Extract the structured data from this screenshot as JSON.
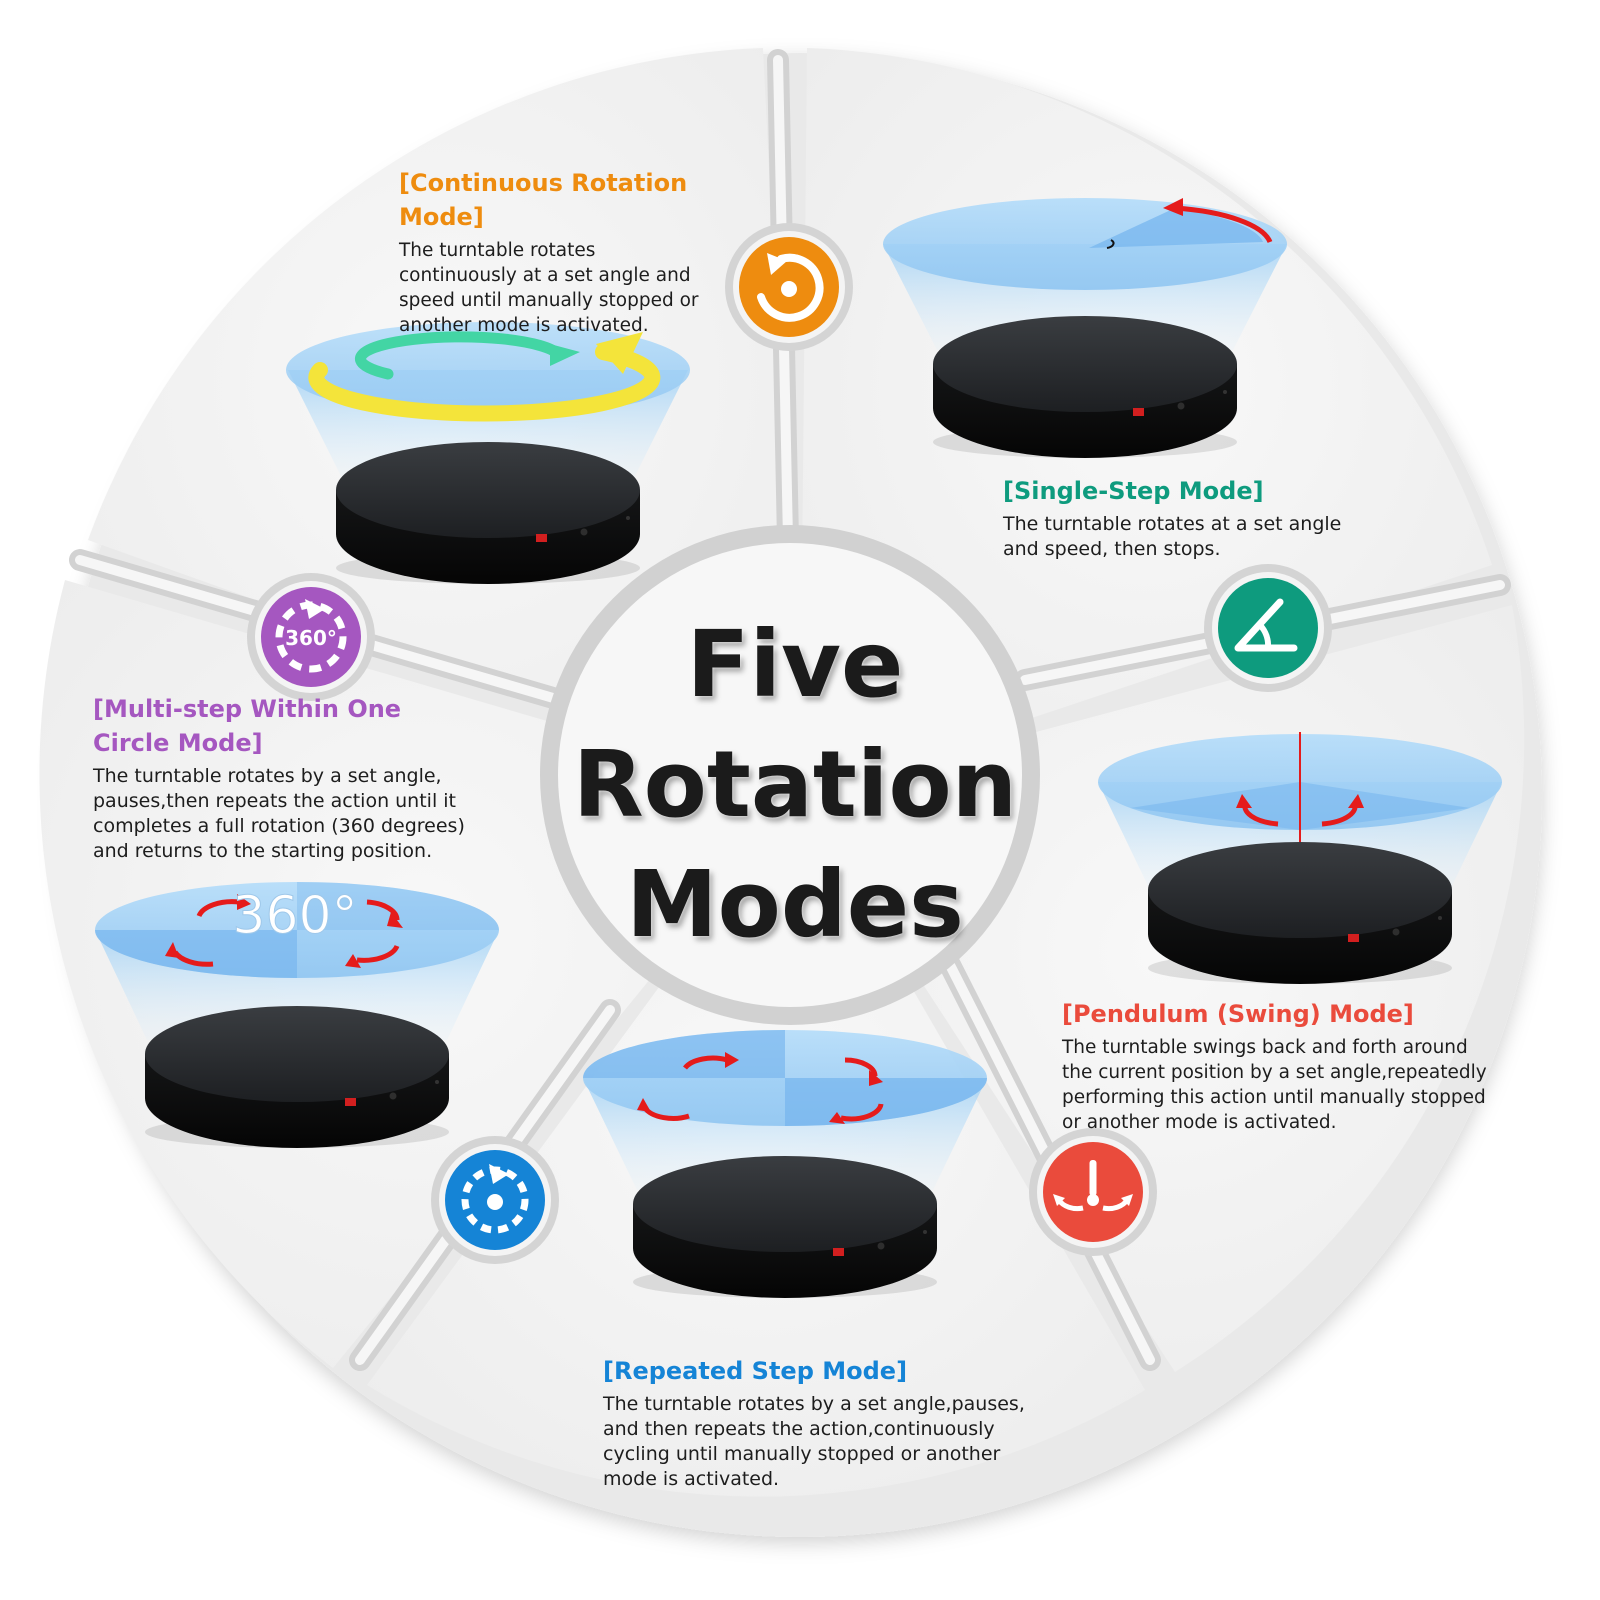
{
  "title": {
    "line1": "Five",
    "line2": "Rotation",
    "line3": "Modes"
  },
  "colors": {
    "continuous": "#ee8c0f",
    "single_step": "#0e9b7e",
    "multi_step": "#a557c0",
    "pendulum": "#ea4b3c",
    "repeated": "#1584d6",
    "tile": "#f3f3f3",
    "ring": "#cfcfcf"
  },
  "modes": {
    "continuous": {
      "title": "[Continuous Rotation Mode]",
      "description": "The turntable rotates continuously at a set angle and speed until manually stopped or another mode is activated.",
      "icon": "continuous-rotation-icon"
    },
    "single_step": {
      "title": "[Single-Step Mode]",
      "description": "The turntable rotates at a set angle and speed, then stops.",
      "icon": "angle-icon"
    },
    "multi_step": {
      "title": "[Multi-step Within One Circle Mode]",
      "description": "The turntable rotates by a set angle, pauses,then repeats the action until it completes a full rotation (360 degrees) and returns to the starting position.",
      "icon": "rotation-360-icon",
      "image_label": "360°",
      "icon_label": "360°"
    },
    "pendulum": {
      "title": "[Pendulum (Swing) Mode]",
      "description": "The turntable swings back and forth around the current position by a set angle,repeatedly performing this action until manually stopped or another mode is activated.",
      "icon": "pendulum-icon"
    },
    "repeated": {
      "title": "[Repeated Step Mode]",
      "description": "The turntable rotates by a set angle,pauses, and then repeats the action,continuously cycling until manually stopped or another mode is activated.",
      "icon": "repeated-step-icon"
    }
  }
}
